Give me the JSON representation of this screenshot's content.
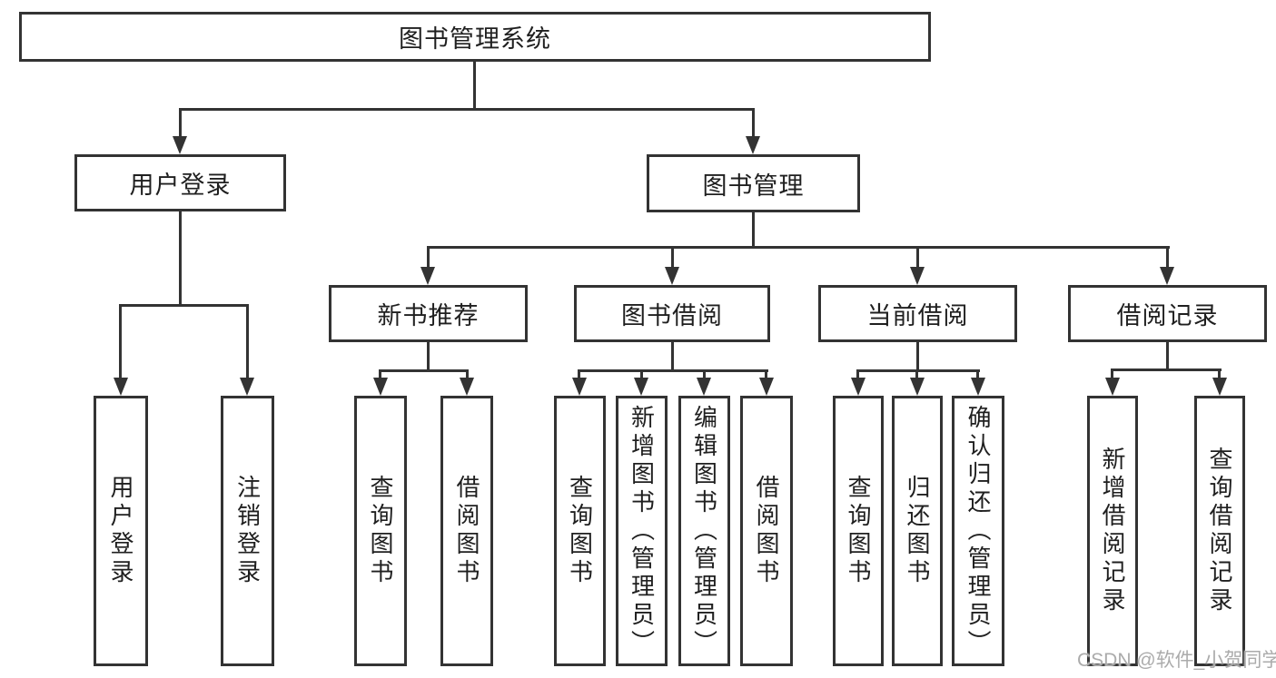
{
  "diagram": {
    "type": "hierarchy-tree",
    "colors": {
      "line": "#333333",
      "box_border": "#333333",
      "box_fill": "#ffffff",
      "text": "#1f1f1f",
      "background": "#ffffff",
      "watermark": "#ababab"
    },
    "tree": {
      "label": "图书管理系统",
      "children": [
        {
          "label": "用户登录",
          "children": [
            {
              "label": "用户登录"
            },
            {
              "label": "注销登录"
            }
          ]
        },
        {
          "label": "图书管理",
          "children": [
            {
              "label": "新书推荐",
              "children": [
                {
                  "label": "查询图书"
                },
                {
                  "label": "借阅图书"
                }
              ]
            },
            {
              "label": "图书借阅",
              "children": [
                {
                  "label": "查询图书"
                },
                {
                  "label": "新增图书（管理员）"
                },
                {
                  "label": "编辑图书（管理员）"
                },
                {
                  "label": "借阅图书"
                }
              ]
            },
            {
              "label": "当前借阅",
              "children": [
                {
                  "label": "查询图书"
                },
                {
                  "label": "归还图书"
                },
                {
                  "label": "确认归还（管理员）"
                }
              ]
            },
            {
              "label": "借阅记录",
              "children": [
                {
                  "label": "新增借阅记录"
                },
                {
                  "label": "查询借阅记录"
                }
              ]
            }
          ]
        }
      ]
    },
    "watermark": "CSDN @软件_小贺同学"
  }
}
